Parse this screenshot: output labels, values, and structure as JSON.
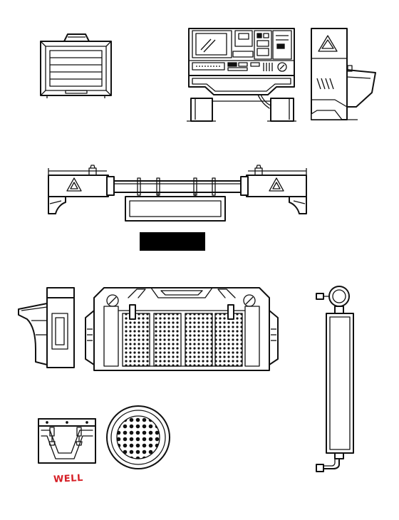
{
  "signature": "WELL",
  "colors": {
    "ink": "#111111",
    "paper": "#ffffff",
    "signature": "#d61f26",
    "label_block": "#000000"
  },
  "sprites": [
    {
      "name": "wall-vent",
      "icon": "vent-icon"
    },
    {
      "name": "control-console",
      "icon": "console-icon"
    },
    {
      "name": "console-side-panel",
      "icon": "warning-triangle-icon"
    },
    {
      "name": "overhead-beam-with-sign",
      "icon": "beam-icon"
    },
    {
      "name": "side-terminal",
      "icon": "terminal-icon"
    },
    {
      "name": "perforated-grille-gate",
      "icon": "grille-icon"
    },
    {
      "name": "pipe-panel",
      "icon": "pipe-icon"
    },
    {
      "name": "tray-with-clips",
      "icon": "tray-icon"
    },
    {
      "name": "round-perforated-grate",
      "icon": "grate-icon"
    }
  ]
}
